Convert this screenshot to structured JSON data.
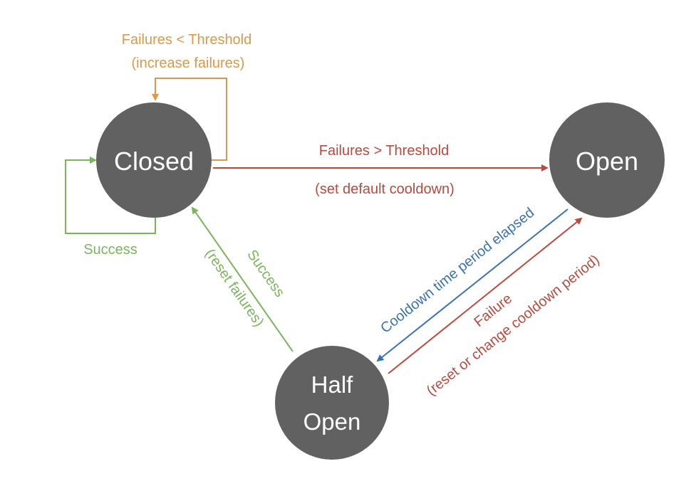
{
  "states": {
    "closed": {
      "label": "Closed"
    },
    "open": {
      "label": "Open"
    },
    "half_open": {
      "line1": "Half",
      "line2": "Open"
    }
  },
  "transitions": {
    "closed_self_failure": {
      "line1": "Failures < Threshold",
      "line2": "(increase failures)"
    },
    "closed_self_success": {
      "label": "Success"
    },
    "closed_to_open": {
      "line1": "Failures > Threshold",
      "line2": "(set default cooldown)"
    },
    "open_to_half_open": {
      "label": "Cooldown time period elapsed"
    },
    "half_open_to_open": {
      "line1": "Failure",
      "line2": "(reset or change cooldown period)"
    },
    "half_open_to_closed": {
      "line1": "Success",
      "line2": "(reset failures)"
    }
  },
  "colors": {
    "node": "#616161",
    "failure_threshold": "#d89a4a",
    "success": "#7ab55c",
    "failure": "#b94a3e",
    "cooldown": "#3a72b0"
  }
}
